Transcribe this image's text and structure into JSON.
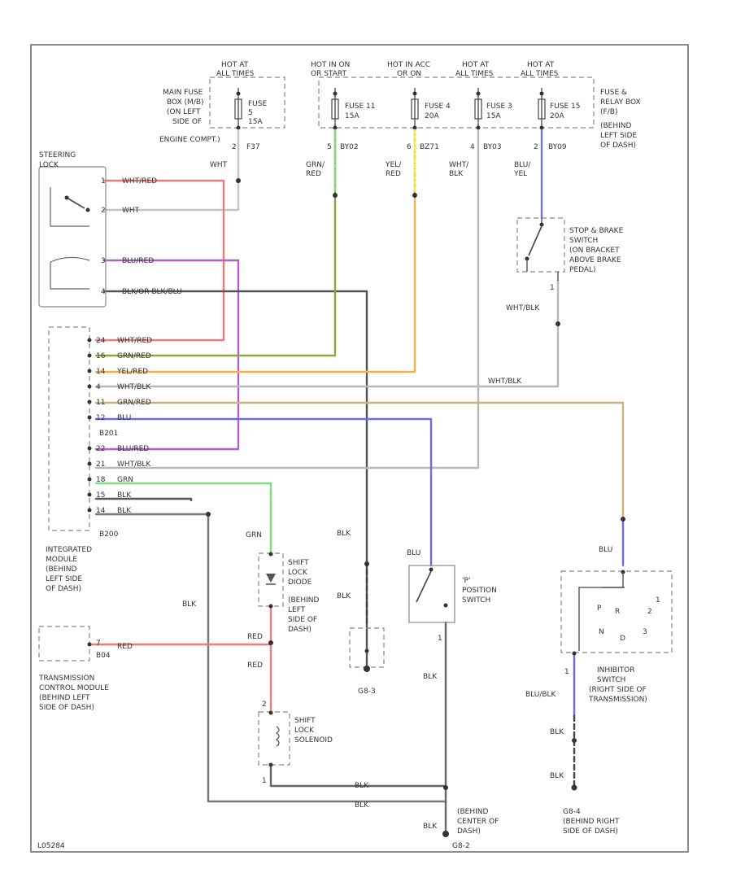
{
  "fuses": [
    {
      "hot": "HOT AT",
      "hot2": "ALL TIMES",
      "name": "FUSE",
      "num": "5",
      "amp": "15A",
      "pin": "2",
      "circuit": "F37"
    },
    {
      "hot": "HOT IN ON",
      "hot2": "OR START",
      "name": "FUSE 11",
      "amp": "15A",
      "pin": "5",
      "circuit": "BY02"
    },
    {
      "hot": "HOT IN ACC",
      "hot2": "OR ON",
      "name": "FUSE 4",
      "amp": "20A",
      "pin": "6",
      "circuit": "BZ71"
    },
    {
      "hot": "HOT AT",
      "hot2": "ALL TIMES",
      "name": "FUSE 3",
      "amp": "15A",
      "pin": "4",
      "circuit": "BY03"
    },
    {
      "hot": "HOT AT",
      "hot2": "ALL TIMES",
      "name": "FUSE 15",
      "amp": "20A",
      "pin": "2",
      "circuit": "BY09"
    }
  ],
  "main_fuse_box": [
    "MAIN FUSE",
    "BOX (M/B)",
    "(ON LEFT",
    "SIDE OF",
    "ENGINE COMPT.)"
  ],
  "relay_box": [
    "FUSE &",
    "RELAY BOX",
    "(F/B)",
    "(BEHIND",
    "LEFT SIDE",
    "OF DASH)"
  ],
  "steering_lock": [
    "STEERING",
    "LOCK"
  ],
  "lock_pins": [
    {
      "pin": "1",
      "wire": "WHT/RED"
    },
    {
      "pin": "2",
      "wire": "WHT"
    },
    {
      "pin": "3",
      "wire": "BLU/RED"
    },
    {
      "pin": "4",
      "wire": "BLK/OR BLK/BLU"
    }
  ],
  "wht_label": "WHT",
  "feed_wires": {
    "grn_red": [
      "GRN/",
      "RED"
    ],
    "yel_red": [
      "YEL/",
      "RED"
    ],
    "wht_blk": [
      "WHT/",
      "BLK"
    ],
    "blu_yel": [
      "BLU/",
      "YEL"
    ]
  },
  "brake_switch": [
    "STOP & BRAKE",
    "SWITCH",
    "(ON BRACKET",
    "ABOVE BRAKE",
    "PEDAL)"
  ],
  "brake_pin": "1",
  "wht_blk_label": "WHT/BLK",
  "module_pins": [
    {
      "pin": "24",
      "wire": "WHT/RED"
    },
    {
      "pin": "16",
      "wire": "GRN/RED"
    },
    {
      "pin": "14",
      "wire": "YEL/RED"
    },
    {
      "pin": "4",
      "wire": "WHT/BLK"
    },
    {
      "pin": "11",
      "wire": "GRN/RED"
    },
    {
      "pin": "12",
      "wire": "BLU"
    },
    {
      "pin": "",
      "wire": "B201"
    },
    {
      "pin": "22",
      "wire": "BLU/RED"
    },
    {
      "pin": "21",
      "wire": "WHT/BLK"
    },
    {
      "pin": "18",
      "wire": "GRN"
    },
    {
      "pin": "15",
      "wire": "BLK"
    },
    {
      "pin": "14",
      "wire": "BLK"
    }
  ],
  "wht_blk_run": "WHT/BLK",
  "connector_b200": "B200",
  "module": [
    "INTEGRATED",
    "MODULE",
    "(BEHIND",
    "LEFT SIDE",
    "OF DASH)"
  ],
  "tcm": [
    "TRANSMISSION",
    "CONTROL MODULE",
    "(BEHIND LEFT",
    "SIDE OF DASH)"
  ],
  "tcm_pin": "7",
  "tcm_conn": "B04",
  "red": "RED",
  "grn": "GRN",
  "blk": "BLK",
  "blu": "BLU",
  "blu_blk": "BLU/BLK",
  "diode": [
    "SHIFT",
    "LOCK",
    "DIODE",
    "(BEHIND",
    "LEFT",
    "SIDE OF",
    "DASH)"
  ],
  "solenoid": [
    "SHIFT",
    "LOCK",
    "SOLENOID"
  ],
  "p_switch": [
    "'P'",
    "POSITION",
    "SWITCH"
  ],
  "inhibitor": [
    "INHIBITOR",
    "SWITCH",
    "(RIGHT SIDE OF",
    "TRANSMISSION)"
  ],
  "inhibitor_pos": [
    "P",
    "R",
    "N",
    "D",
    "3",
    "2",
    "1"
  ],
  "g3": "G8-3",
  "g4": [
    "G8-4",
    "(BEHIND RIGHT",
    "SIDE OF DASH)"
  ],
  "g2": [
    "(BEHIND",
    "CENTER OF",
    "DASH)",
    "G8-2"
  ],
  "pin_one": "1",
  "pin_two": "2",
  "footer": "L05284"
}
